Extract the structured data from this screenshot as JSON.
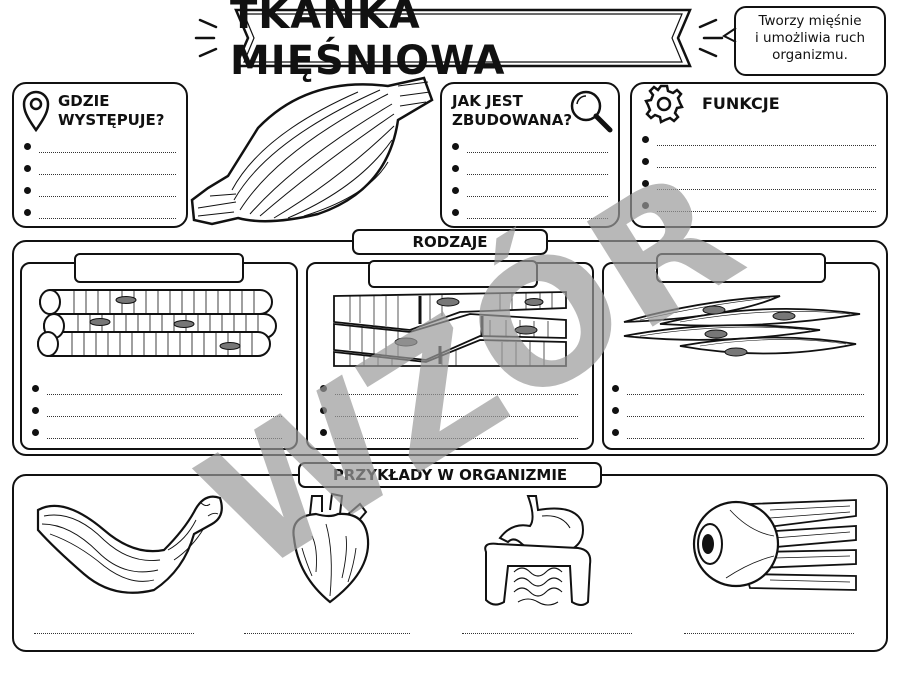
{
  "title": "TKANKA MIĘŚNIOWA",
  "speech_bubble": [
    "Tworzy mięśnie",
    "i umożliwia ruch",
    "organizmu."
  ],
  "sections": {
    "where": {
      "heading_lines": [
        "GDZIE",
        "WYSTĘPUJE?"
      ],
      "icon": "location-pin-icon",
      "bullet_count": 4
    },
    "structure": {
      "heading_lines": [
        "JAK JEST",
        "ZBUDOWANA?"
      ],
      "icon": "magnifier-icon",
      "bullet_count": 4
    },
    "functions": {
      "heading": "FUNKCJE",
      "icon": "gear-icon",
      "bullet_count": 4
    }
  },
  "types": {
    "heading": "RODZAJE",
    "panels": [
      {
        "image": "skeletal-muscle-fibers",
        "bullet_count": 3
      },
      {
        "image": "cardiac-muscle-fibers",
        "bullet_count": 3
      },
      {
        "image": "smooth-muscle-cells",
        "bullet_count": 3
      }
    ]
  },
  "examples": {
    "heading": "PRZYKŁADY W ORGANIZMIE",
    "images": [
      "arm-muscles",
      "heart",
      "digestive-organs",
      "eye-muscles"
    ]
  },
  "watermark": "WZÓR",
  "colors": {
    "ink": "#111111",
    "watermark": "#9a9a9a",
    "paper": "#ffffff"
  }
}
